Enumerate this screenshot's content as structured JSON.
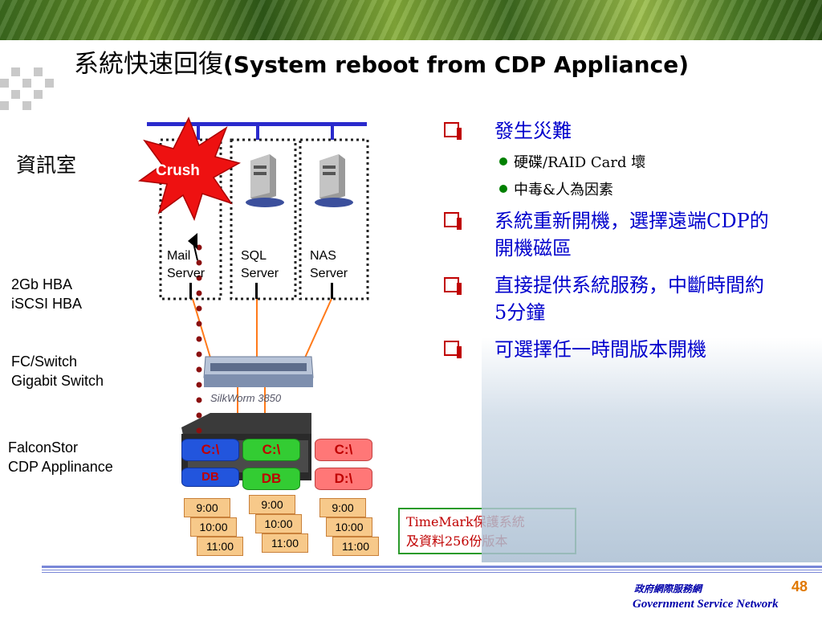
{
  "title": {
    "zh": "系統快速回復",
    "en": "(System reboot from CDP Appliance)"
  },
  "room_label": "資訊室",
  "crush_label": "Crush",
  "servers": [
    {
      "line1": "Mail",
      "line2": "Server"
    },
    {
      "line1": "SQL",
      "line2": "Server"
    },
    {
      "line1": "NAS",
      "line2": "Server"
    }
  ],
  "left_labels": {
    "hba": [
      "2Gb HBA",
      "iSCSI HBA"
    ],
    "switch": [
      "FC/Switch",
      "Gigabit Switch"
    ],
    "cdp": [
      "FalconStor",
      "CDP Applinance"
    ]
  },
  "switch_model": "SilkWorm 3850",
  "disks": [
    {
      "top": "C:\\",
      "bottom": "DB",
      "color": "#2255dd"
    },
    {
      "top": "C:\\",
      "bottom": "DB",
      "color": "#33cc33"
    },
    {
      "top": "C:\\",
      "bottom": "D:\\",
      "color": "#ff7777"
    }
  ],
  "timemarks": [
    [
      "9:00",
      "10:00",
      "11:00"
    ],
    [
      "9:00",
      "10:00",
      "11:00"
    ],
    [
      "9:00",
      "10:00",
      "11:00"
    ]
  ],
  "timemark_note": [
    "TimeMark保護系統",
    "及資料256份版本"
  ],
  "bullets": [
    {
      "text": "發生災難",
      "subs": [
        "硬碟/RAID Card 壞",
        "中毒&人為因素"
      ]
    },
    {
      "text": "系統重新開機，選擇遠端CDP的開機磁區",
      "subs": []
    },
    {
      "text": "直接提供系統服務，中斷時間約5分鐘",
      "subs": []
    },
    {
      "text": "可選擇任一時間版本開機",
      "subs": []
    }
  ],
  "footer": {
    "zh": "政府網際服務網",
    "en": "Government Service Network",
    "page": "48"
  },
  "colors": {
    "accent_blue": "#0000cc",
    "bullet_red": "#c00000",
    "network_bar": "#2a2acc"
  }
}
